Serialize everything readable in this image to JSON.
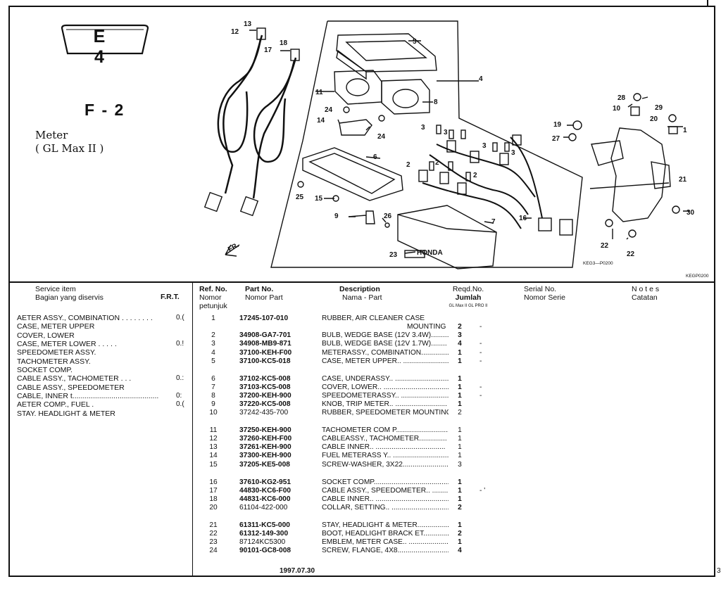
{
  "header": {
    "section_badge": "E  4",
    "figure_code": "F - 2",
    "meter_title": "Meter",
    "meter_model": "( GL Max II )",
    "diagram_code": "KEG3—P0200",
    "diagram_ref": "KEGP0200"
  },
  "diagram": {
    "fr_label": "FR.",
    "callouts": [
      "1",
      "2",
      "3",
      "4",
      "5",
      "6",
      "7",
      "8",
      "9",
      "10",
      "11",
      "12",
      "13",
      "14",
      "15",
      "16",
      "17",
      "18",
      "19",
      "20",
      "21",
      "22",
      "23",
      "24",
      "25",
      "26",
      "27",
      "28",
      "29",
      "30"
    ]
  },
  "columns": {
    "service_item": "Service      item",
    "service_item_id": "Bagian yang diservis",
    "frt": "F.R.T.",
    "ref_no": "Ref.  No.",
    "ref_no_id": "Nomor",
    "ref_no_id2": "petunjuk",
    "part_no": "Part  No.",
    "part_no_id": "Nomor Part",
    "description": "Description",
    "description_id": "Nama  -  Part",
    "reqd_no": "Reqd.No.",
    "reqd_no_id": "Jumlah",
    "reqd_sub": "GL Max II GL PRO II",
    "serial_no": "Serial  No.",
    "serial_no_id": "Nomor  Serie",
    "notes": "N o t e s",
    "notes_id": "Catatan"
  },
  "service_items": [
    {
      "name": "AETER ASSY., COMBINATION . . . . . . . .",
      "frt": "0.("
    },
    {
      "name": "  CASE, METER UPPER",
      "frt": ""
    },
    {
      "name": "  COVER,  LOWER",
      "frt": ""
    },
    {
      "name": "CASE, METER LOWER   .   .   .   .   .",
      "frt": "0.!"
    },
    {
      "name": "  SPEEDOMETER ASSY.",
      "frt": ""
    },
    {
      "name": "  TACHOMETER ASSY.",
      "frt": ""
    },
    {
      "name": "  SOCKET COMP.",
      "frt": ""
    },
    {
      "name": "CABLE ASSY., TACHOMETER   .   .   .",
      "frt": "0.:"
    },
    {
      "name": "  CABLE ASSY., SPEEDOMETER",
      "frt": ""
    },
    {
      "name": "CABLE, INNER t..........................................",
      "frt": "0:"
    },
    {
      "name": "AETER COMP., FUEL              .",
      "frt": "0.("
    },
    {
      "name": "  STAY. HEADLIGHT & METER",
      "frt": ""
    }
  ],
  "mounting_text": "MOUNTING",
  "parts": [
    {
      "ref": "1",
      "part": "17245-107-010",
      "desc": "RUBBER, AIR CLEANER CASE",
      "qty": "",
      "serial": ""
    },
    {
      "ref": "",
      "part": "",
      "desc": "",
      "qty": "2",
      "serial": "-"
    },
    {
      "ref": "2",
      "part": "34908-GA7-701",
      "desc": "BULB, WEDGE BASE (12V 3.4W).........",
      "qty": "3",
      "serial": ""
    },
    {
      "ref": "3",
      "part": "34908-MB9-871",
      "desc": "BULB, WEDGE BASE (12V 1.7W)........",
      "qty": "4",
      "serial": "-"
    },
    {
      "ref": "4",
      "part": "37100-KEH-F00",
      "desc": "METERASSY., COMBINATION..............",
      "qty": "1",
      "serial": "-"
    },
    {
      "ref": "5",
      "part": "37100-KC5-018",
      "desc": "CASE, METER UPPER.. ..........................",
      "qty": "1",
      "serial": "-"
    },
    {
      "ref": "6",
      "part": "37102-KC5-008",
      "desc": "CASE, UNDERASSY.. ..............................",
      "qty": "1",
      "serial": ""
    },
    {
      "ref": "7",
      "part": "37103-KC5-008",
      "desc": "COVER, LOWER.. ....................................",
      "qty": "1",
      "serial": "-"
    },
    {
      "ref": "8",
      "part": "37200-KEH-900",
      "desc": "SPEEDOMETERASSY.. ..........................",
      "qty": "1",
      "serial": "-"
    },
    {
      "ref": "9",
      "part": "37220-KC5-008",
      "desc": "KNOB, TRIP METER.. ..........................",
      "qty": "1",
      "serial": ""
    },
    {
      "ref": "10",
      "part": "37242-435-700",
      "desc": "RUBBER,   SPEEDOMETER   MOUNTING",
      "qty": "2",
      "serial": ""
    },
    {
      "ref": "11",
      "part": "37250-KEH-900",
      "desc": "TACHOMETER COM P.............................",
      "qty": "1",
      "serial": ""
    },
    {
      "ref": "12",
      "part": "37260-KEH-F00",
      "desc": "CABLEASSY.,    TACHOMETER..............",
      "qty": "1",
      "serial": ""
    },
    {
      "ref": "13",
      "part": "37261-KEH-900",
      "desc": "CABLE INNER.. ...................................",
      "qty": "1",
      "serial": ""
    },
    {
      "ref": "14",
      "part": "37300-KEH-900",
      "desc": "FUEL  METERASS Y.. ..............................",
      "qty": "1",
      "serial": ""
    },
    {
      "ref": "15",
      "part": "37205-KE5-008",
      "desc": "SCREW-WASHER, 3X22..........................",
      "qty": "3",
      "serial": ""
    },
    {
      "ref": "16",
      "part": "37610-KG2-951",
      "desc": "SOCKET COMP.........................................",
      "qty": "1",
      "serial": ""
    },
    {
      "ref": "17",
      "part": "44830-KC6-F00",
      "desc": "CABLE ASSY., SPEEDOMETER.. ..............",
      "qty": "1",
      "serial": "-  '"
    },
    {
      "ref": "18",
      "part": "44831-KC6-000",
      "desc": "CABLE INNER.. ...........................................",
      "qty": "1",
      "serial": ""
    },
    {
      "ref": "20",
      "part": "61104-422-000",
      "desc": "COLLAR, SETTING.. ..............................",
      "qty": "2",
      "serial": ""
    },
    {
      "ref": "21",
      "part": "61311-KC5-000",
      "desc": "STAY, HEADLIGHT & METER..................",
      "qty": "1",
      "serial": ""
    },
    {
      "ref": "22",
      "part": "61312-149-300",
      "desc": "BOOT,  HEADLIGHT   BRACK  ET.............",
      "qty": "2",
      "serial": ""
    },
    {
      "ref": "23",
      "part": "87124KC5300",
      "desc": "EMBLEM, METER CASE.. ..........................",
      "qty": "1",
      "serial": ""
    },
    {
      "ref": "24",
      "part": "90101-GC8-008",
      "desc": "SCREW, FLANGE, 4X8...........................",
      "qty": "4",
      "serial": ""
    }
  ],
  "footer": {
    "date": "1997.07.30",
    "page": "3"
  }
}
